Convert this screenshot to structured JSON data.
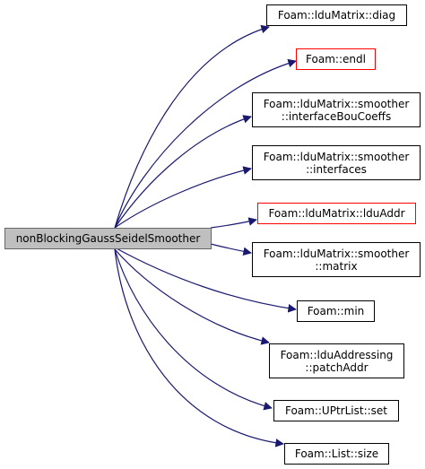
{
  "source": {
    "label": "nonBlockingGaussSeidelSmoother"
  },
  "edge_color": "#191970",
  "nodes": [
    {
      "id": "diag",
      "lines": [
        "Foam::lduMatrix::diag"
      ],
      "border": "#000000"
    },
    {
      "id": "endl",
      "lines": [
        "Foam::endl"
      ],
      "border": "#ff0000"
    },
    {
      "id": "interfaceBouCoeffs",
      "lines": [
        "Foam::lduMatrix::smoother",
        "::interfaceBouCoeffs"
      ],
      "border": "#000000"
    },
    {
      "id": "interfaces",
      "lines": [
        "Foam::lduMatrix::smoother",
        "::interfaces"
      ],
      "border": "#000000"
    },
    {
      "id": "lduAddr",
      "lines": [
        "Foam::lduMatrix::lduAddr"
      ],
      "border": "#ff0000"
    },
    {
      "id": "matrix",
      "lines": [
        "Foam::lduMatrix::smoother",
        "::matrix"
      ],
      "border": "#000000"
    },
    {
      "id": "min",
      "lines": [
        "Foam::min"
      ],
      "border": "#000000"
    },
    {
      "id": "patchAddr",
      "lines": [
        "Foam::lduAddressing",
        "::patchAddr"
      ],
      "border": "#000000"
    },
    {
      "id": "set",
      "lines": [
        "Foam::UPtrList::set"
      ],
      "border": "#000000"
    },
    {
      "id": "size",
      "lines": [
        "Foam::List::size"
      ],
      "border": "#000000"
    }
  ]
}
